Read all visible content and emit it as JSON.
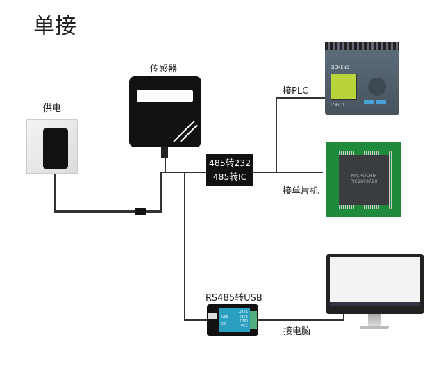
{
  "title": "单接",
  "labels": {
    "sensor": "传感器",
    "power": "供电",
    "converter_line1": "485转232",
    "converter_line2": "485转IC",
    "plc": "接PLC",
    "mcu": "接单片机",
    "usb_converter": "RS485转USB",
    "computer": "接电脑"
  },
  "device_text": {
    "plc_brand": "SIEMENS",
    "plc_model": "LOGO!",
    "chip_brand": "MICROCHIP",
    "chip_model": "PIC18F8720",
    "usb_left": [
      "USB",
      "DC"
    ],
    "usb_right": [
      "485A",
      "485B",
      "GND",
      "VCC"
    ]
  },
  "colors": {
    "line": "#333333",
    "sensor": "#111111",
    "converter": "#111111",
    "usb_module": "#2a9fc0",
    "pcb": "#1f8a3a"
  }
}
